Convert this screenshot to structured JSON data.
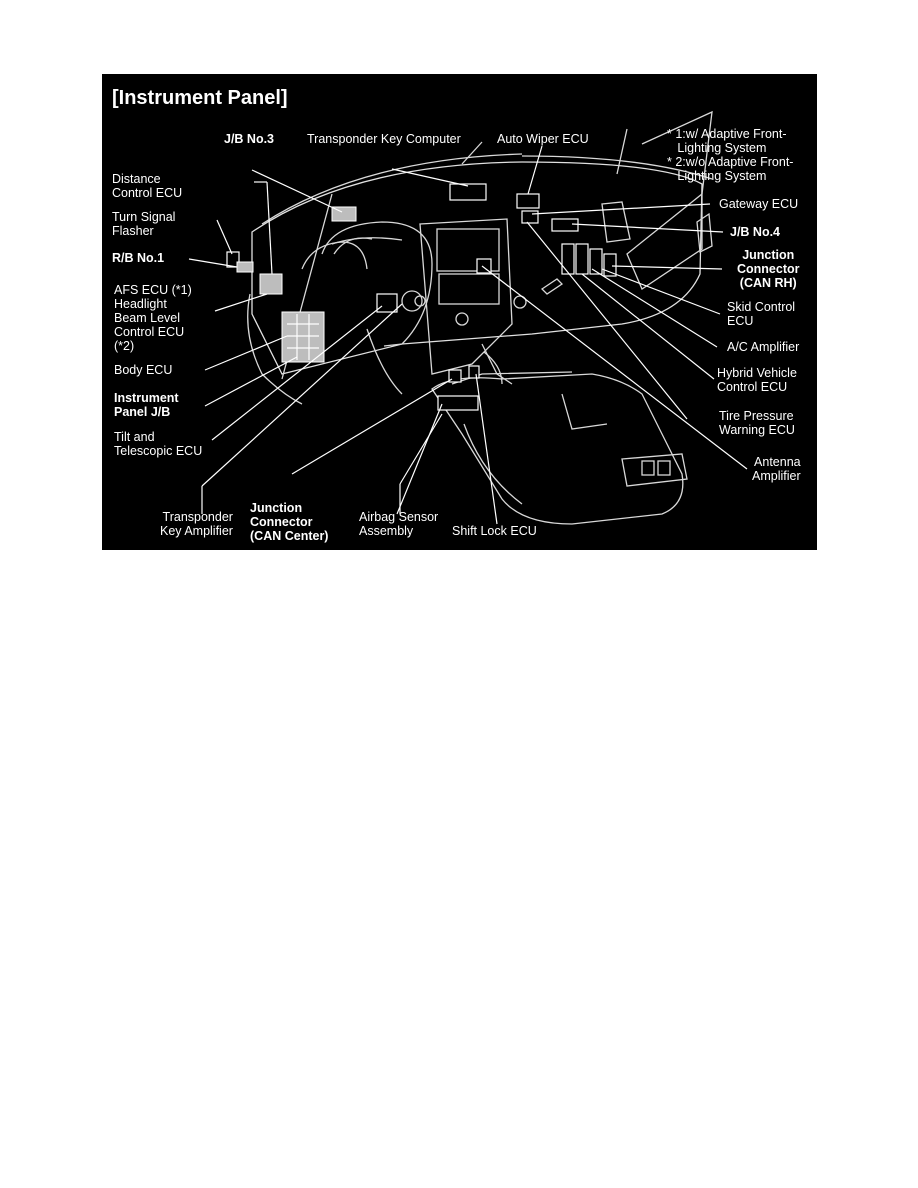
{
  "title": "[Instrument Panel]",
  "labels": {
    "jb3": "J/B No.3",
    "transponder_key_computer": "Transponder Key Computer",
    "auto_wiper_ecu": "Auto Wiper ECU",
    "note_1": "* 1:w/ Adaptive Front-\n   Lighting System",
    "note_2": "* 2:w/o Adaptive Front-\n   Lighting System",
    "distance_control_ecu": "Distance\nControl ECU",
    "turn_signal_flasher": "Turn Signal\nFlasher",
    "rb1": "R/B No.1",
    "afs_ecu": "AFS ECU (*1)\nHeadlight\nBeam Level\nControl ECU\n(*2)",
    "body_ecu": "Body ECU",
    "instrument_panel_jb": "Instrument\nPanel J/B",
    "tilt_telescopic_ecu": "Tilt and\nTelescopic ECU",
    "transponder_key_amplifier": "Transponder\nKey Amplifier",
    "junction_connector_center": "Junction\nConnector\n(CAN Center)",
    "airbag_sensor_assembly": "Airbag Sensor\nAssembly",
    "shift_lock_ecu": "Shift Lock ECU",
    "gateway_ecu": "Gateway ECU",
    "jb4": "J/B No.4",
    "junction_connector_rh": "Junction\nConnector\n(CAN RH)",
    "skid_control_ecu": "Skid Control\nECU",
    "ac_amplifier": "A/C Amplifier",
    "hybrid_vehicle_control_ecu": "Hybrid Vehicle\nControl ECU",
    "tire_pressure_warning_ecu": "Tire Pressure\nWarning ECU",
    "antenna_amplifier": "Antenna\nAmplifier"
  },
  "colors": {
    "background": "#ffffff",
    "panel": "#000000",
    "ink": "#ffffff"
  }
}
